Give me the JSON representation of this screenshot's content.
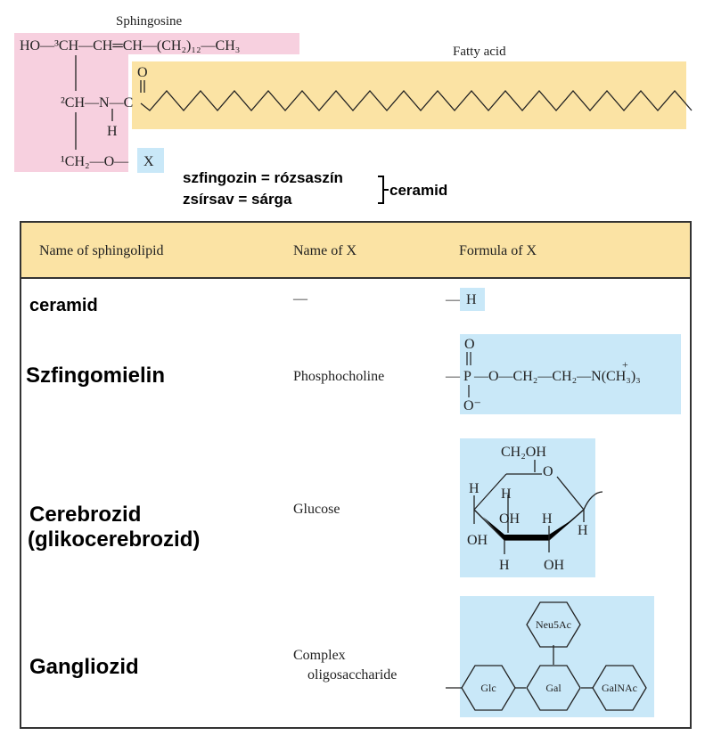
{
  "colors": {
    "sphingosine_bg": "#f7d0df",
    "fatty_acid_bg": "#fbe3a4",
    "x_bg": "#c9e8f8",
    "table_header_bg": "#fbe3a4",
    "table_border": "#333333"
  },
  "structure": {
    "sphingosine_label": "Sphingosine",
    "fatty_acid_label": "Fatty acid",
    "row1_text": "HO—³CH—CH═CH—(CH₂)₁₂—CH₃",
    "row2_text": "²CH—N—C",
    "n_h": "H",
    "carbonyl_o": "O",
    "row3_text": "¹CH₂—O—",
    "x_label": "X"
  },
  "legend": {
    "line1": "szfingozin = rózsaszín",
    "line2": "zsírsav = sárga",
    "group_label": "ceramid"
  },
  "table": {
    "headers": [
      "Name of sphingolipid",
      "Name of X",
      "Formula of X"
    ],
    "rows": [
      {
        "name": "ceramid",
        "x_name": "—",
        "formula": "—H"
      },
      {
        "name": "Szfingomielin",
        "x_name": "Phosphocholine",
        "formula": "—P—O—CH₂—CH₂—N(CH₃)₃"
      },
      {
        "name_line1": "Cerebrozid",
        "name_line2": "(glikocerebrozid)",
        "x_name": "Glucose"
      },
      {
        "name": "Gangliozid",
        "x_name_line1": "Complex",
        "x_name_line2": "oligosaccharide"
      }
    ]
  },
  "formulas": {
    "ceramid_h": "H",
    "phospho": {
      "dash": "—",
      "o_top": "O",
      "p": "P",
      "chain": "—O—CH₂—CH₂—N(CH₃)₃",
      "plus": "+",
      "o_bottom": "O⁻"
    },
    "glucose": {
      "ch2oh": "CH₂OH",
      "ring_o": "O",
      "h_left_top": "H",
      "h_c5": "H",
      "oh_c3": "OH",
      "h_c2": "H",
      "h_right": "H",
      "oh_left": "OH",
      "h_bottom": "H",
      "oh_bottom": "OH"
    },
    "oligosaccharide": {
      "neu5ac": "Neu5Ac",
      "glc": "Glc",
      "gal": "Gal",
      "galnac": "GalNAc"
    }
  }
}
